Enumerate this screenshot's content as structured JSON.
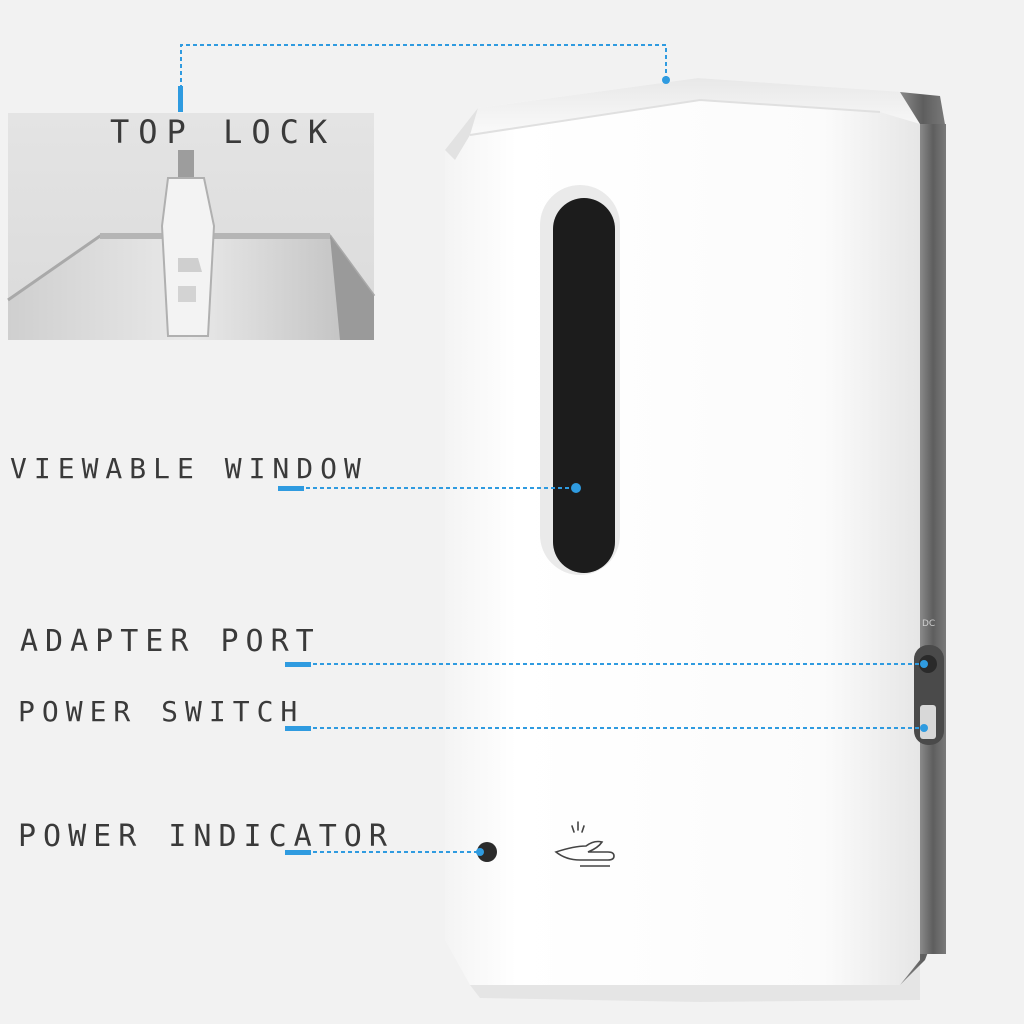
{
  "labels": {
    "top_lock": "TOP LOCK",
    "viewable_window": "VIEWABLE WINDOW",
    "adapter_port": "ADAPTER PORT",
    "power_switch": "POWER SWITCH",
    "power_indicator": "POWER INDICATOR"
  },
  "colors": {
    "leader_line": "#2f9be0",
    "label_text": "#3a3a3a",
    "dispenser_body": "#ffffff",
    "side_panel": "#6e6e6e",
    "window": "#1c1c1c"
  },
  "icons": [
    "hand-sensor-icon",
    "power-indicator-led",
    "adapter-port",
    "power-switch"
  ]
}
